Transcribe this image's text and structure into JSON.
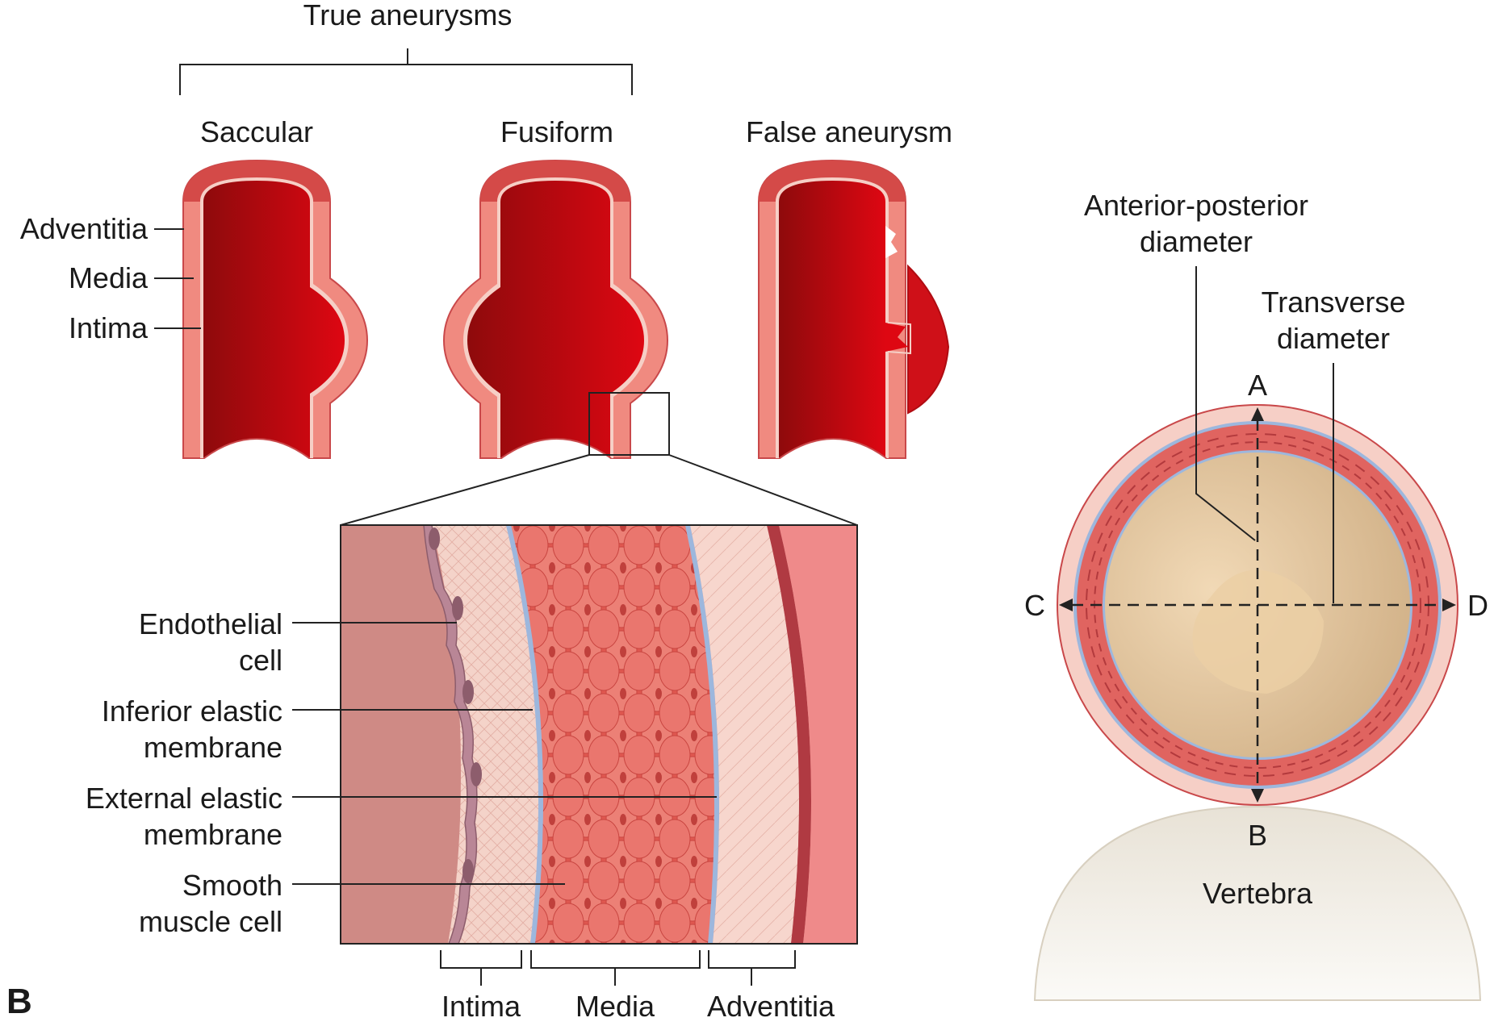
{
  "figure": {
    "panel_letter": "B",
    "true_aneurysms": "True aneurysms",
    "types": {
      "saccular": "Saccular",
      "fusiform": "Fusiform",
      "false": "False aneurysm"
    },
    "wall_layers": {
      "adventitia": "Adventitia",
      "media": "Media",
      "intima": "Intima"
    },
    "detail_labels": {
      "endothelial_1": "Endothelial",
      "endothelial_2": "cell",
      "inferior_1": "Inferior elastic",
      "inferior_2": "membrane",
      "external_1": "External elastic",
      "external_2": "membrane",
      "smooth_1": "Smooth",
      "smooth_2": "muscle cell"
    },
    "bottom_brackets": {
      "intima": "Intima",
      "media": "Media",
      "adventitia": "Adventitia"
    },
    "cross_section": {
      "ap_1": "Anterior-posterior",
      "ap_2": "diameter",
      "tr_1": "Transverse",
      "tr_2": "diameter",
      "point_a": "A",
      "point_b": "B",
      "point_c": "C",
      "point_d": "D",
      "vertebra": "Vertebra"
    }
  },
  "colors": {
    "lumen_dark": "#8e0a0c",
    "lumen_light": "#de0712",
    "wall_pink": "#f08a80",
    "intima_line": "#f6cfc6",
    "media_band": "#e06460",
    "elastic_blue": "#9db7dd",
    "plaque_tan": "#e8c99e",
    "vertebra": "#ece7de"
  }
}
